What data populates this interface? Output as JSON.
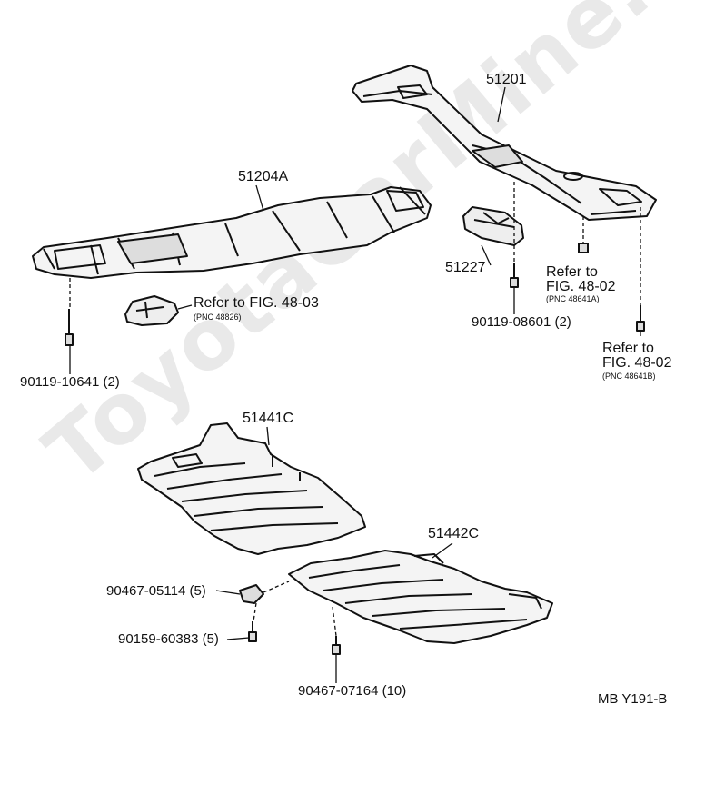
{
  "watermark": "ToyotaCarMine.ru",
  "diagram_code": "MB Y191-B",
  "parts": {
    "p51201": "51201",
    "p51204A": "51204A",
    "p51227": "51227",
    "p51441C": "51441C",
    "p51442C": "51442C"
  },
  "fasteners": {
    "f1": "90119-10641 (2)",
    "f2": "90119-08601 (2)",
    "f3": "90467-05114 (5)",
    "f4": "90159-60383 (5)",
    "f5": "90467-07164 (10)"
  },
  "refs": {
    "r1": {
      "text": "Refer to FIG. 48-03",
      "pnc": "(PNC 48826)"
    },
    "r2": {
      "line1": "Refer to",
      "line2": "FIG. 48-02",
      "pnc": "(PNC 48641A)"
    },
    "r3": {
      "line1": "Refer to",
      "line2": "FIG. 48-02",
      "pnc": "(PNC 48641B)"
    }
  }
}
